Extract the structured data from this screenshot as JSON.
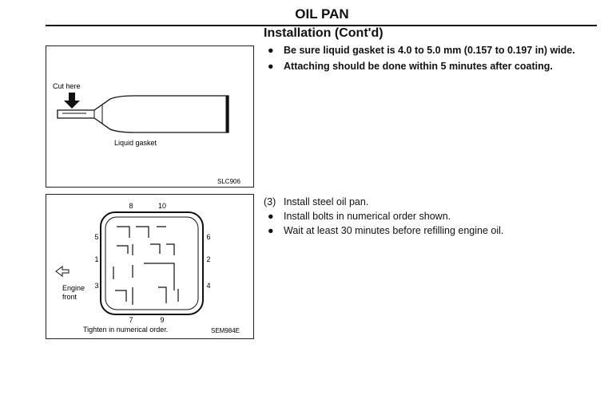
{
  "header": {
    "title": "OIL PAN"
  },
  "section": {
    "heading": "Installation (Cont'd)"
  },
  "bullets_top": [
    {
      "bullet": "●",
      "text": "Be sure liquid gasket is 4.0 to 5.0 mm (0.157 to 0.197 in) wide."
    },
    {
      "bullet": "●",
      "text": "Attaching should be done within 5 minutes after coating."
    }
  ],
  "steps": {
    "step_number": "(3)",
    "step_text": "Install steel oil pan.",
    "items": [
      {
        "bullet": "●",
        "text": "Install bolts in numerical order shown."
      },
      {
        "bullet": "●",
        "text": "Wait at least 30 minutes before refilling engine oil."
      }
    ]
  },
  "figure1": {
    "cut_label": "Cut here",
    "part_label": "Liquid gasket",
    "code": "SLC906"
  },
  "figure2": {
    "direction_label_1": "Engine",
    "direction_label_2": "front",
    "caption": "Tighten in numerical order.",
    "code": "SEM984E",
    "bolt_numbers": [
      "1",
      "2",
      "3",
      "4",
      "5",
      "6",
      "7",
      "8",
      "9",
      "10"
    ]
  }
}
